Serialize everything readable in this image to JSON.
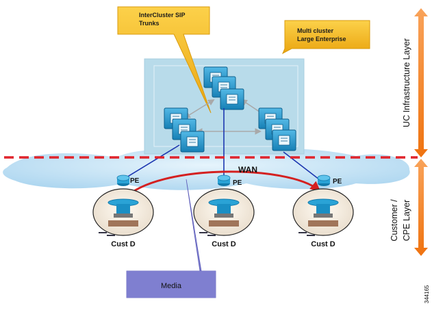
{
  "callouts": {
    "sip_trunks": "InterCluster SIP Trunks",
    "sip_trunks_line1": "InterCluster SIP",
    "sip_trunks_line2": "Trunks",
    "enterprise": "Multi cluster Large Enterprise",
    "enterprise_line1": "Multi cluster",
    "enterprise_line2": "Large Enterprise",
    "media": "Media"
  },
  "network": {
    "wan_label": "WAN",
    "pe_labels": [
      "PE",
      "PE",
      "PE"
    ],
    "sites": [
      "Cust D",
      "Cust D",
      "Cust  D"
    ]
  },
  "layers": {
    "top": "UC Infrastructure Layer",
    "bottom_line1": "Customer /",
    "bottom_line2": "CPE  Layer"
  },
  "figure_id": "344165",
  "colors": {
    "callout_fill": "#f5b81c",
    "cluster_box": "#b4d9ea",
    "router": "#2aa3d6",
    "divider_dash": "#e0242c",
    "media_arrow": "#7f7fd0",
    "wan_cloud": "#bfe0f4",
    "layer_arrow": "#f57d16",
    "trunk_arrow": "#a9a9a9",
    "link_line": "#1c36b0",
    "media_flow": "#d42020"
  }
}
